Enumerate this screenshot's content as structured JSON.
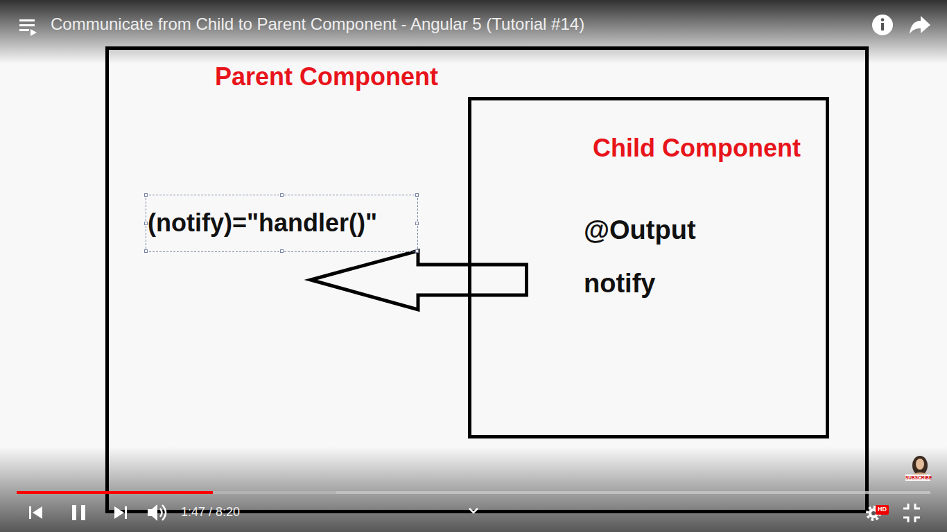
{
  "diagram": {
    "title": "Communicate from Child to Parent Component - Angular 5 (Tutorial #14)",
    "nodes": [
      {
        "text": [
          "Parent Component"
        ]
      },
      {
        "text": [
          "(notify)=\"handler()\""
        ],
        "in": 0
      },
      {
        "text": [
          "Child Component",
          "@Output",
          "notify"
        ],
        "in": 0
      }
    ],
    "edges": [
      {
        "from": 2,
        "to": 1,
        "arrow": "to"
      }
    ],
    "labels": [
      "1:47 / 8:20",
      "HD",
      "SUBSCRIBE"
    ]
  }
}
